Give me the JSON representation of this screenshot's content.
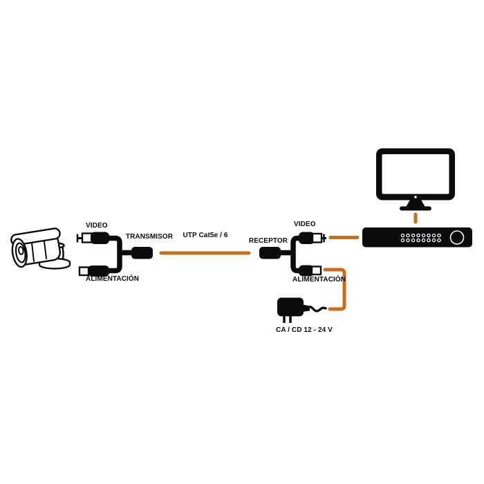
{
  "diagram": {
    "colors": {
      "accent_orange": "#C96D1E",
      "ink": "#0b0b0b",
      "background": "#ffffff"
    },
    "labels": {
      "camera_video": "VIDEO",
      "camera_power": "ALIMENTACIÓN",
      "transmitter": "TRANSMISOR",
      "utp_cable": "UTP Cat5e / 6",
      "receiver": "RECEPTOR",
      "dvr_video": "VIDEO",
      "dvr_power": "ALIMENTACIÓN",
      "power_supply": "CA / CD 12 - 24 V"
    },
    "icons": [
      "camera-icon",
      "transmitter-balun-icon",
      "transmitter-box-icon",
      "utp-cable-line",
      "receiver-box-icon",
      "receiver-balun-icon",
      "video-cable-line",
      "power-cable-line",
      "monitor-cable-line",
      "monitor-icon",
      "dvr-icon",
      "power-adapter-icon"
    ]
  }
}
